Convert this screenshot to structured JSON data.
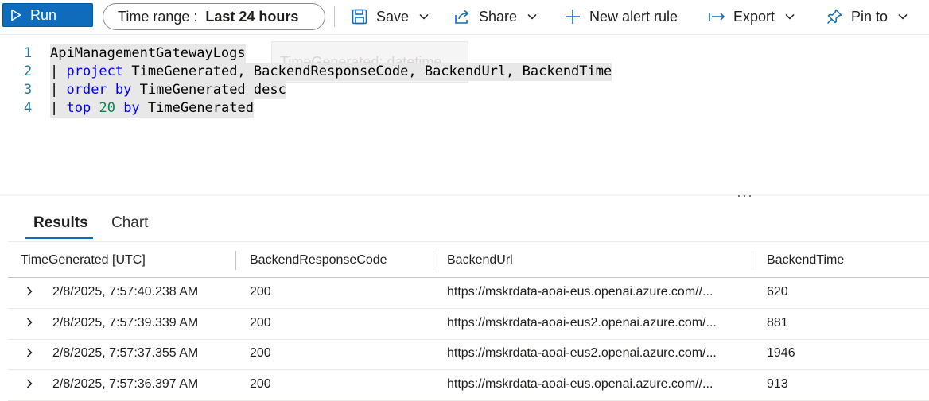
{
  "toolbar": {
    "run_label": "Run",
    "time_range_label": "Time range :",
    "time_range_value": "Last 24 hours",
    "save_label": "Save",
    "share_label": "Share",
    "new_alert_label": "New alert rule",
    "export_label": "Export",
    "pin_label": "Pin to"
  },
  "editor": {
    "hint": "TimeGenerated: datetime",
    "lines": [
      {
        "num": "1",
        "parts": [
          {
            "t": "ApiManagementGatewayLogs",
            "c": ""
          }
        ]
      },
      {
        "num": "2",
        "parts": [
          {
            "t": "| ",
            "c": "pipe"
          },
          {
            "t": "project",
            "c": "kw"
          },
          {
            "t": " TimeGenerated, BackendResponseCode, BackendUrl, BackendTime",
            "c": ""
          }
        ]
      },
      {
        "num": "3",
        "parts": [
          {
            "t": "| ",
            "c": "pipe"
          },
          {
            "t": "order by",
            "c": "kw"
          },
          {
            "t": " TimeGenerated desc",
            "c": ""
          }
        ]
      },
      {
        "num": "4",
        "parts": [
          {
            "t": "| ",
            "c": "pipe"
          },
          {
            "t": "top",
            "c": "kw"
          },
          {
            "t": " ",
            "c": ""
          },
          {
            "t": "20",
            "c": "num"
          },
          {
            "t": " ",
            "c": ""
          },
          {
            "t": "by",
            "c": "kw"
          },
          {
            "t": " TimeGenerated",
            "c": ""
          }
        ]
      }
    ]
  },
  "tabs": {
    "results": "Results",
    "chart": "Chart"
  },
  "table": {
    "columns": [
      "TimeGenerated [UTC]",
      "BackendResponseCode",
      "BackendUrl",
      "BackendTime"
    ],
    "rows": [
      [
        "2/8/2025, 7:57:40.238 AM",
        "200",
        "https://mskrdata-aoai-eus.openai.azure.com//...",
        "620"
      ],
      [
        "2/8/2025, 7:57:39.339 AM",
        "200",
        "https://mskrdata-aoai-eus2.openai.azure.com/...",
        "881"
      ],
      [
        "2/8/2025, 7:57:37.355 AM",
        "200",
        "https://mskrdata-aoai-eus2.openai.azure.com/...",
        "1946"
      ],
      [
        "2/8/2025, 7:57:36.397 AM",
        "200",
        "https://mskrdata-aoai-eus.openai.azure.com//...",
        "913"
      ]
    ]
  },
  "colors": {
    "accent": "#0f6cbd",
    "keyword": "#0000ff",
    "number": "#098658",
    "line_number": "#237893"
  }
}
